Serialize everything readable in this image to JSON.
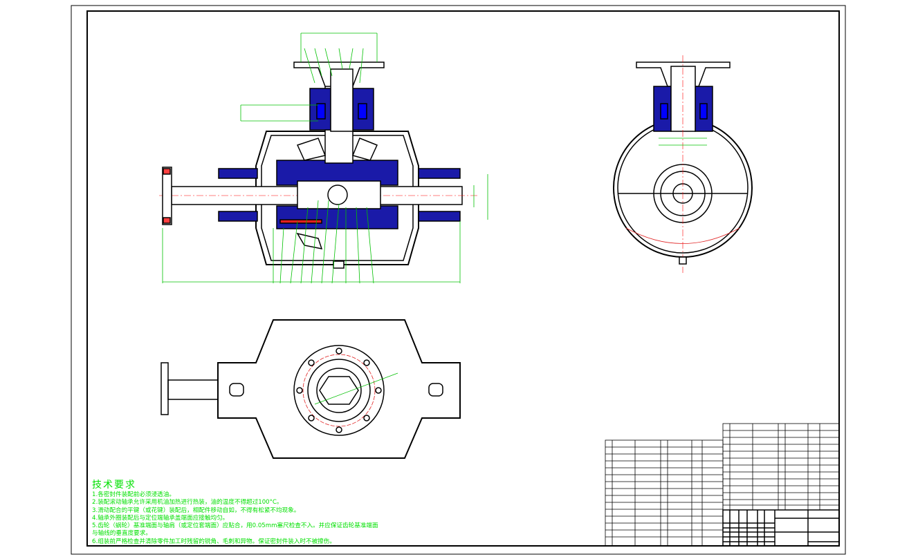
{
  "technical_requirements": {
    "title": "技术要求",
    "items": [
      "1.各密封件装配前必须浸透油。",
      "2.装配滚动轴承允许采用机油加热进行热装，油的温度不得超过100°C。",
      "3.滑动配合的平键（或花键）装配后，相配件移动自如，不得有松紧不均现象。",
      "4.轴承外圈装配后与定位端轴承盖端面应接触均匀。",
      "5.齿轮（蜗轮）基准端面与轴肩（或定位套端面）应贴合，用0.05mm塞尺检查不入。并应保证齿轮基准端面",
      "与轴线的垂直度要求。",
      "6.组装前严格检查并清除零件加工时残留的锐角、毛刺和异物。保证密封件装入时不被擦伤。"
    ]
  },
  "colors": {
    "line": "#000000",
    "dimension": "#00c000",
    "section_fill": "#1a1aa8",
    "center": "#ff0000"
  }
}
